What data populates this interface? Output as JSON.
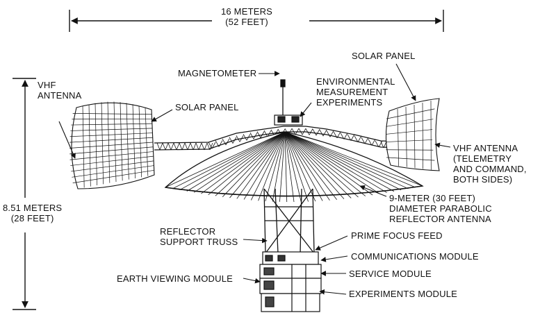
{
  "dimensions": {
    "width": {
      "line1": "16 METERS",
      "line2": "(52 FEET)"
    },
    "height": {
      "line1": "8.51 METERS",
      "line2": "(28 FEET)"
    }
  },
  "labels": {
    "vhf_antenna_left": {
      "line1": "VHF",
      "line2": "ANTENNA"
    },
    "magnetometer": "MAGNETOMETER",
    "environmental": {
      "line1": "ENVIRONMENTAL",
      "line2": "MEASUREMENT",
      "line3": "EXPERIMENTS"
    },
    "solar_panel_left": "SOLAR PANEL",
    "solar_panel_right": "SOLAR PANEL",
    "vhf_antenna_right": {
      "line1": "VHF ANTENNA",
      "line2": "(TELEMETRY",
      "line3": "AND COMMAND,",
      "line4": "BOTH SIDES)"
    },
    "reflector": {
      "line1": "9-METER (30 FEET)",
      "line2": "DIAMETER PARABOLIC",
      "line3": "REFLECTOR ANTENNA"
    },
    "support_truss": {
      "line1": "REFLECTOR",
      "line2": "SUPPORT TRUSS"
    },
    "prime_focus": "PRIME FOCUS FEED",
    "communications": "COMMUNICATIONS MODULE",
    "service": "SERVICE MODULE",
    "earth_viewing": "EARTH VIEWING MODULE",
    "experiments": "EXPERIMENTS MODULE"
  }
}
